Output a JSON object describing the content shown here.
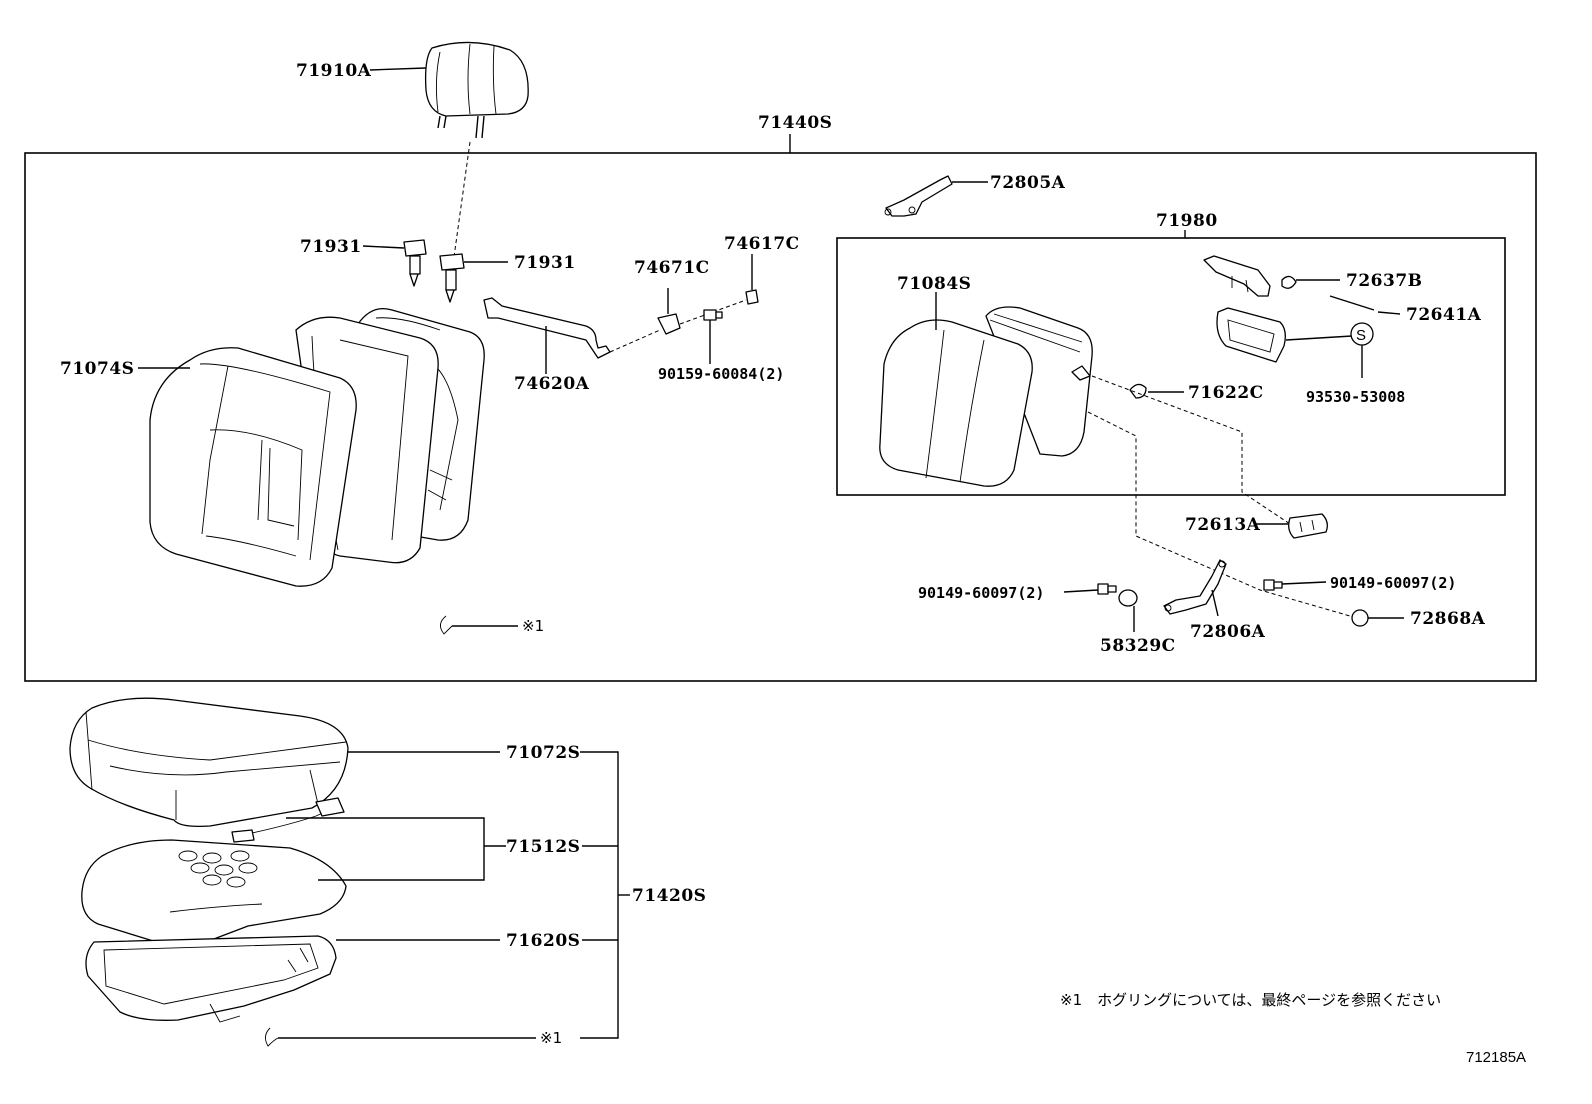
{
  "labels": {
    "headrest": "71910A",
    "back_assy": "71440S",
    "support_left": "71931",
    "support_right": "71931",
    "back_cover": "71074S",
    "bracket_a": "74620A",
    "clip_a": "74671C",
    "clip_b": "74617C",
    "screw_a": "90159-60084(2)",
    "hinge_cover": "72805A",
    "sub_assy": "71980",
    "pad": "71084S",
    "cover_b": "72637B",
    "rod": "72641A",
    "bushing": "71622C",
    "s_part": "93530-53008",
    "s_symbol": "S",
    "knob_cover": "72613A",
    "screw_b": "90149-60097(2)",
    "screw_c": "90149-60097(2)",
    "washer": "58329C",
    "hinge_b": "72806A",
    "cap": "72868A",
    "hog_ring_top": "※1",
    "cushion_cover": "71072S",
    "heater": "71512S",
    "cushion_assy": "71420S",
    "cushion_pad": "71620S",
    "hog_ring_bottom": "※1"
  },
  "footnote": "※1　ホグリングについては、最終ページを参照ください",
  "diagram_code": "712185A"
}
